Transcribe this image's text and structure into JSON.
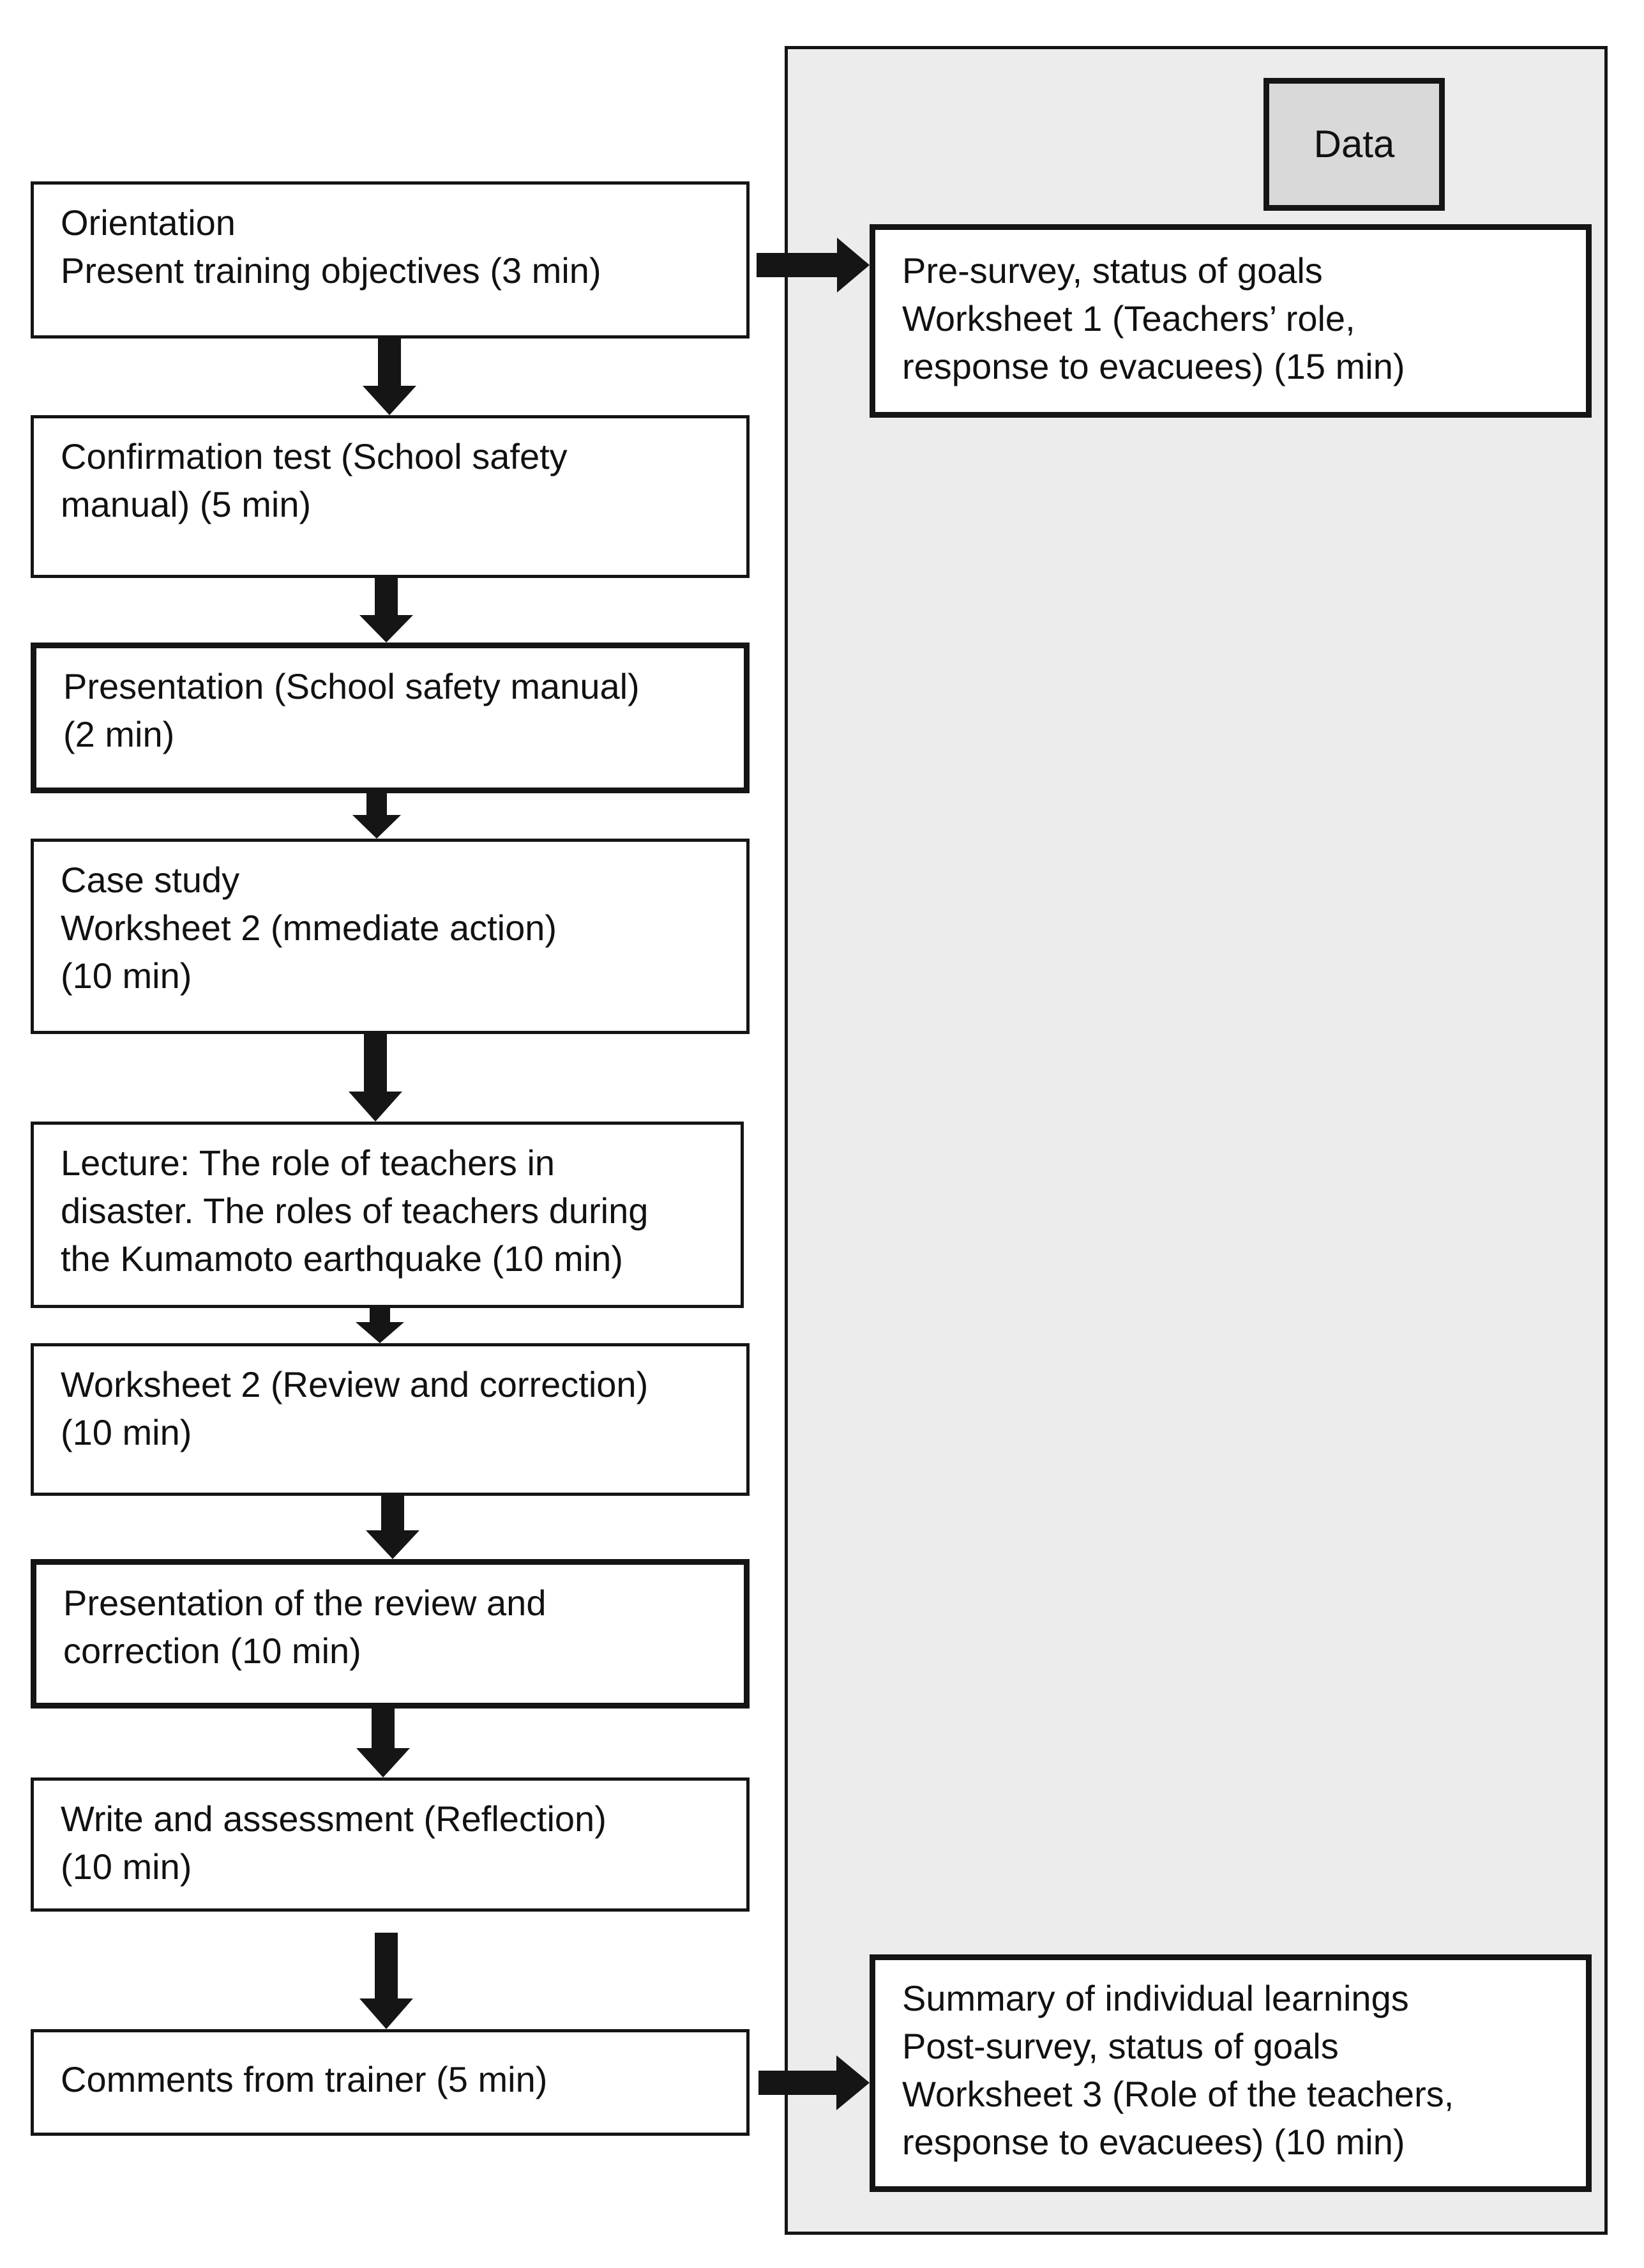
{
  "data_panel": {
    "title": "Data"
  },
  "steps": [
    {
      "lines": [
        "Orientation",
        "Present training objectives (3 min)"
      ]
    },
    {
      "lines": [
        "Confirmation test (School safety",
        "manual) (5 min)"
      ]
    },
    {
      "lines": [
        "Presentation (School safety manual)",
        "(2 min)"
      ]
    },
    {
      "lines": [
        "Case study",
        "Worksheet 2 (mmediate action)",
        "(10 min)"
      ]
    },
    {
      "lines": [
        "Lecture: The role of teachers in",
        "disaster. The roles of teachers during",
        "the Kumamoto earthquake (10 min)"
      ]
    },
    {
      "lines": [
        "Worksheet 2 (Review and correction)",
        "(10 min)"
      ]
    },
    {
      "lines": [
        "Presentation of the review and",
        "correction (10 min)"
      ]
    },
    {
      "lines": [
        "Write and assessment (Reflection)",
        "(10 min)"
      ]
    },
    {
      "lines": [
        "Comments from trainer (5 min)"
      ]
    }
  ],
  "data_items": [
    {
      "lines": [
        "Pre-survey, status of goals",
        "Worksheet 1 (Teachers’ role,",
        "response to evacuees) (15 min)"
      ]
    },
    {
      "lines": [
        "Summary of individual learnings",
        "Post-survey, status of goals",
        "Worksheet 3 (Role of the teachers,",
        "response to evacuees) (10 min)"
      ]
    }
  ],
  "colors": {
    "stroke": "#151515",
    "panel_fill": "#ececec",
    "header_fill": "#d9d9d9",
    "box_fill": "#ffffff"
  }
}
